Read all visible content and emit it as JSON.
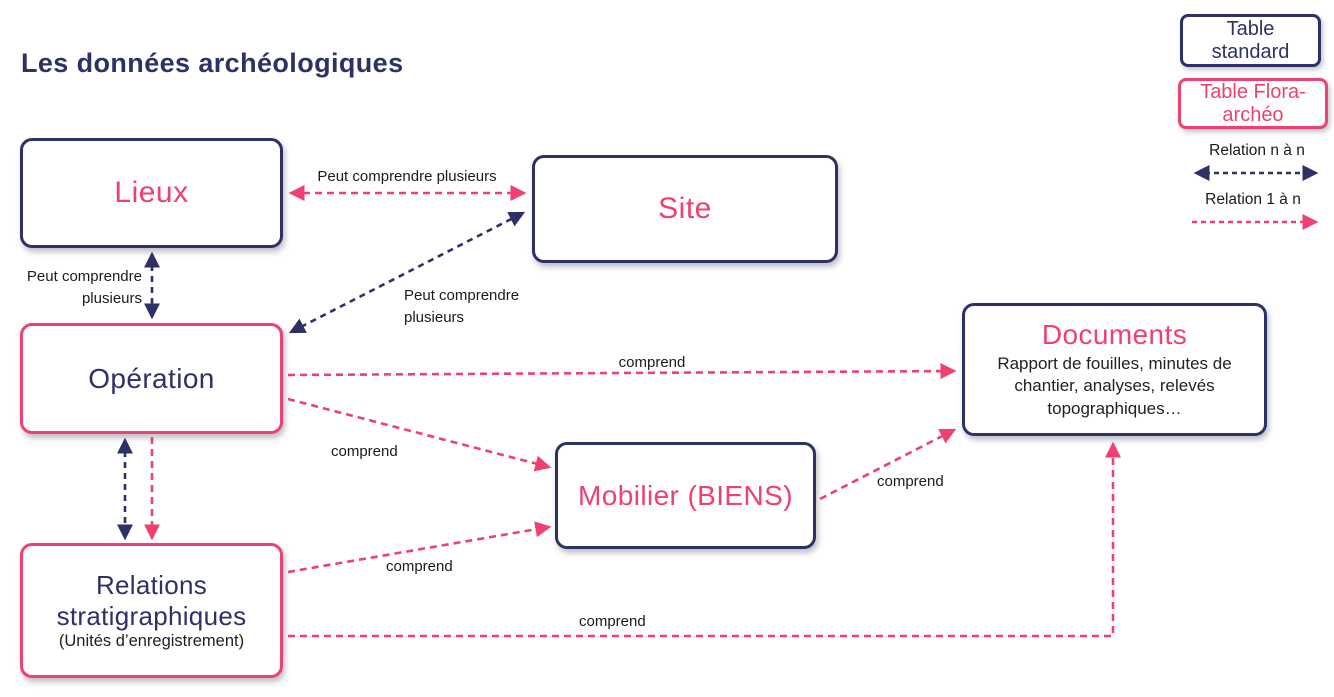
{
  "title": "Les données archéologiques",
  "legend": {
    "standard_label": "Table\nstandard",
    "flora_label": "Table Flora-\narchéo",
    "relation_nn_label": "Relation n à n",
    "relation_1n_label": "Relation 1 à n"
  },
  "nodes": {
    "lieux": {
      "label": "Lieux"
    },
    "site": {
      "label": "Site"
    },
    "operation": {
      "label": "Opération"
    },
    "documents": {
      "label": "Documents",
      "body": "Rapport de fouilles, minutes de chantier, analyses, relevés topographiques…"
    },
    "mobilier": {
      "label": "Mobilier (BIENS)"
    },
    "relations": {
      "label": "Relations stratigraphiques",
      "sub": "(Unités d’enregistrement)"
    }
  },
  "edges": {
    "lieux_site": {
      "label": "Peut comprendre plusieurs",
      "type": "n-n pink"
    },
    "lieux_operation": {
      "label": "Peut comprendre\nplusieurs",
      "type": "n-n navy"
    },
    "site_operation": {
      "label": "Peut comprendre\nplusieurs",
      "type": "n-n navy"
    },
    "operation_documents": {
      "label": "comprend",
      "type": "1-n pink"
    },
    "operation_mobilier": {
      "label": "comprend",
      "type": "1-n pink"
    },
    "operation_relations": {
      "label": "",
      "type": "n-n navy + 1-n pink"
    },
    "relations_mobilier": {
      "label": "comprend",
      "type": "1-n pink"
    },
    "mobilier_documents": {
      "label": "comprend",
      "type": "1-n pink"
    },
    "relations_documents": {
      "label": "comprend",
      "type": "1-n pink"
    }
  },
  "colors": {
    "navy": "#2d3166",
    "pink": "#ee4170"
  }
}
